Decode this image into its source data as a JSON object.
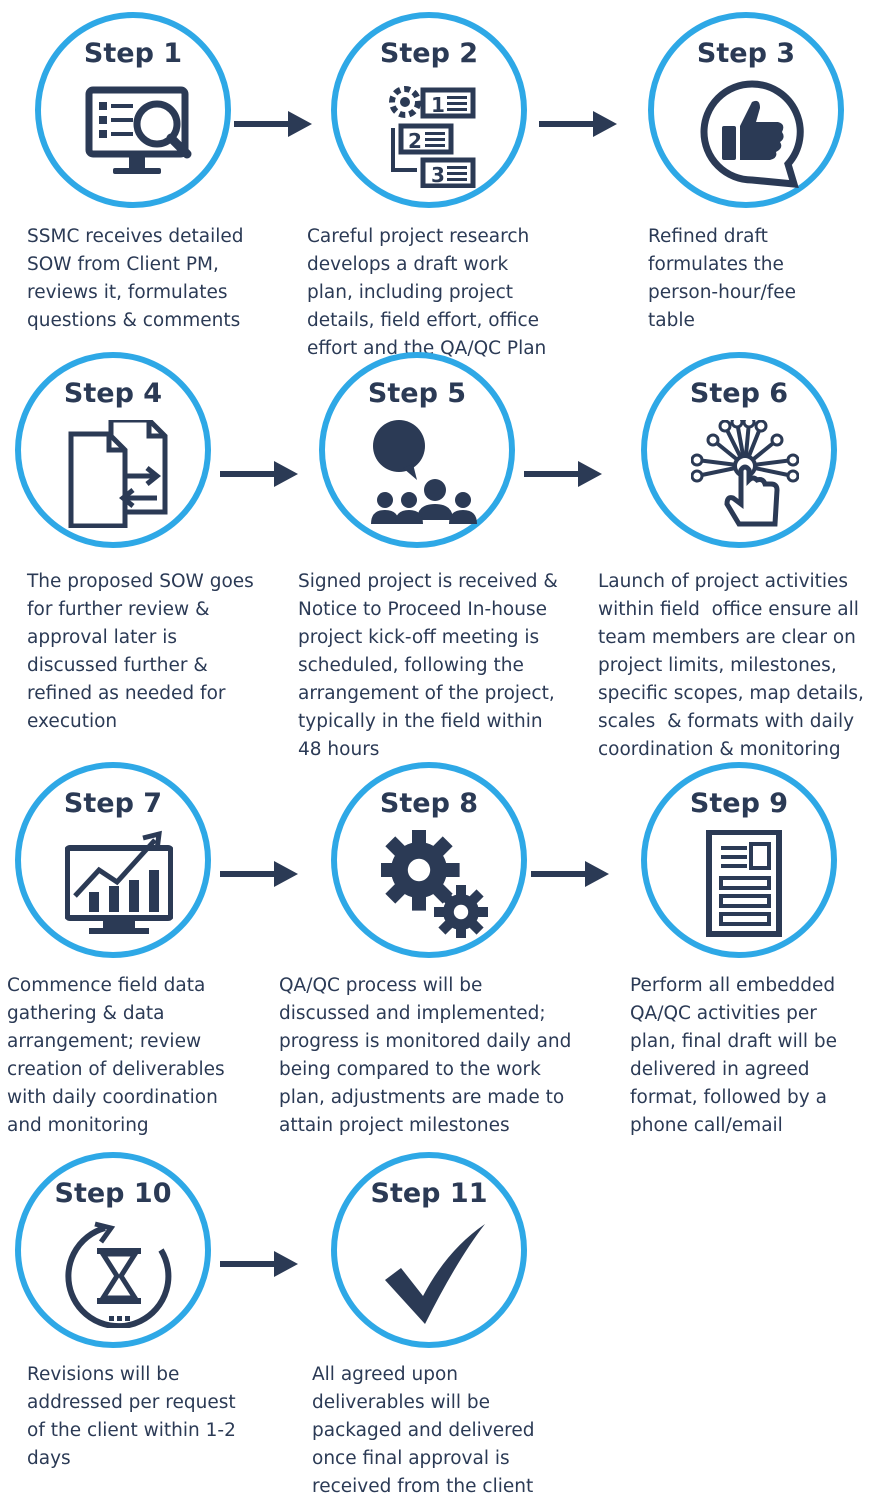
{
  "colors": {
    "ring": "#2ea8e6",
    "ink": "#2b3a55",
    "arrow": "#2b3a55"
  },
  "steps": [
    {
      "label": "Step 1",
      "icon": "screen-search-icon",
      "lines": [
        "SSMC receives detailed",
        "SOW from Client PM,",
        "reviews it, formulates",
        "questions & comments"
      ]
    },
    {
      "label": "Step 2",
      "icon": "workflow-plan-icon",
      "lines": [
        "Careful project research",
        "develops a draft work",
        "plan, including project",
        "details, field effort, office",
        "effort and the QA/QC Plan"
      ]
    },
    {
      "label": "Step 3",
      "icon": "thumbs-up-icon",
      "lines": [
        "Refined draft",
        "formulates the",
        "person-hour/fee",
        "table"
      ]
    },
    {
      "label": "Step 4",
      "icon": "document-exchange-icon",
      "lines": [
        "The proposed SOW goes",
        "for further review &",
        "approval later is",
        "discussed further &",
        "refined as needed for",
        "execution"
      ]
    },
    {
      "label": "Step 5",
      "icon": "meeting-icon",
      "lines": [
        "Signed project is received &",
        "Notice to Proceed In-house",
        "project kick-off meeting is",
        "scheduled, following the",
        "arrangement of the project,",
        "typically in the field within",
        "48 hours"
      ]
    },
    {
      "label": "Step 6",
      "icon": "launch-touch-icon",
      "lines": [
        "Launch of project activities",
        "within field  office ensure all",
        "team members are clear on",
        "project limits, milestones,",
        "specific scopes, map details,",
        "scales  & formats with daily",
        "coordination & monitoring"
      ]
    },
    {
      "label": "Step 7",
      "icon": "chart-monitor-icon",
      "lines": [
        "Commence field data",
        "gathering & data",
        "arrangement; review",
        "creation of deliverables",
        "with daily coordination",
        "and monitoring"
      ]
    },
    {
      "label": "Step 8",
      "icon": "gears-icon",
      "lines": [
        "QA/QC process will be",
        "discussed and implemented;",
        "progress is monitored daily and",
        "being compared to the work",
        "plan, adjustments are made to",
        "attain project milestones"
      ]
    },
    {
      "label": "Step 9",
      "icon": "document-icon",
      "lines": [
        "Perform all embedded",
        "QA/QC activities per",
        "plan, final draft will be",
        "delivered in agreed",
        "format, followed by a",
        "phone call/email"
      ]
    },
    {
      "label": "Step 10",
      "icon": "hourglass-icon",
      "lines": [
        "Revisions will be",
        "addressed per request",
        "of the client within 1-2",
        "days"
      ]
    },
    {
      "label": "Step 11",
      "icon": "checkmark-icon",
      "lines": [
        "All agreed upon",
        "deliverables will be",
        "packaged and delivered",
        "once final approval is",
        "received from the client"
      ]
    }
  ]
}
